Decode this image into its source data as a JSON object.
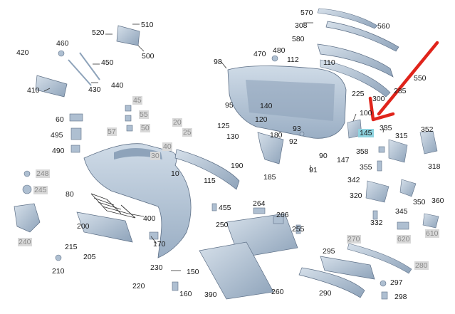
{
  "diagram": {
    "colors": {
      "part_fill": "#b7c7d8",
      "part_dark": "#7f93aa",
      "part_stroke": "#5d6f86",
      "leader": "#333333",
      "arrow": "#e0241b",
      "highlight": "#8fd3df",
      "grey_label_bg": "#d9d9d9",
      "grey_label_text": "#8a8a8a"
    },
    "highlighted_part": "145",
    "labels": {
      "l570": "570",
      "l308": "308",
      "l560": "560",
      "l580": "580",
      "l550": "550",
      "l520": "520",
      "l510": "510",
      "l460": "460",
      "l500": "500",
      "l420": "420",
      "l450": "450",
      "l440": "440",
      "l430": "430",
      "l410": "410",
      "l98": "98",
      "l470": "470",
      "l480": "480",
      "l112": "112",
      "l110": "110",
      "l225": "225",
      "l300": "300",
      "l285": "285",
      "l95": "95",
      "l140": "140",
      "l100": "100",
      "l45": "45",
      "l55": "55",
      "l60": "60",
      "l20": "20",
      "l25": "25",
      "l57": "57",
      "l50": "50",
      "l125": "125",
      "l120": "120",
      "l130": "130",
      "l93": "93",
      "l145": "145",
      "l335": "335",
      "l352": "352",
      "l495": "495",
      "l180": "180",
      "l92": "92",
      "l315": "315",
      "l490": "490",
      "l40": "40",
      "l30": "30",
      "l358": "358",
      "l90": "90",
      "l147": "147",
      "l318": "318",
      "l190": "190",
      "l91": "91",
      "l355": "355",
      "l248": "248",
      "l10": "10",
      "l185": "185",
      "l115": "115",
      "l342": "342",
      "l245": "245",
      "l80": "80",
      "l320": "320",
      "l360": "360",
      "l264": "264",
      "l350": "350",
      "l455": "455",
      "l266": "266",
      "l345": "345",
      "l400": "400",
      "l250": "250",
      "l255": "255",
      "l332": "332",
      "l610": "610",
      "l200": "200",
      "l620": "620",
      "l240": "240",
      "l270": "270",
      "l170": "170",
      "l215": "215",
      "l205": "205",
      "l295": "295",
      "l280": "280",
      "l230": "230",
      "l150": "150",
      "l210": "210",
      "l297": "297",
      "l220": "220",
      "l160": "160",
      "l390": "390",
      "l260": "260",
      "l290": "290",
      "l298": "298"
    }
  }
}
